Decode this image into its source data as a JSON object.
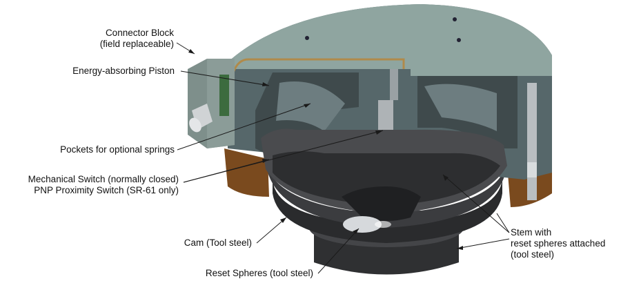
{
  "labels": {
    "connector_block": [
      "Connector Block",
      "(field replaceable)"
    ],
    "piston": "Energy-absorbing Piston",
    "pockets": "Pockets for optional springs",
    "switch": [
      "Mechanical Switch (normally closed)",
      "PNP Proximity Switch (SR-61 only)"
    ],
    "cam": "Cam (Tool steel)",
    "spheres": "Reset Spheres (tool steel)",
    "stem": [
      "Stem with",
      "reset spheres attached",
      "(tool steel)"
    ]
  },
  "colors": {
    "housing_top": "#8fa5a0",
    "housing_side": "#56676a",
    "orange_ring": "#7a4a1e",
    "cam_dark": "#3a3b3d",
    "steel": "#b8bcc0"
  }
}
